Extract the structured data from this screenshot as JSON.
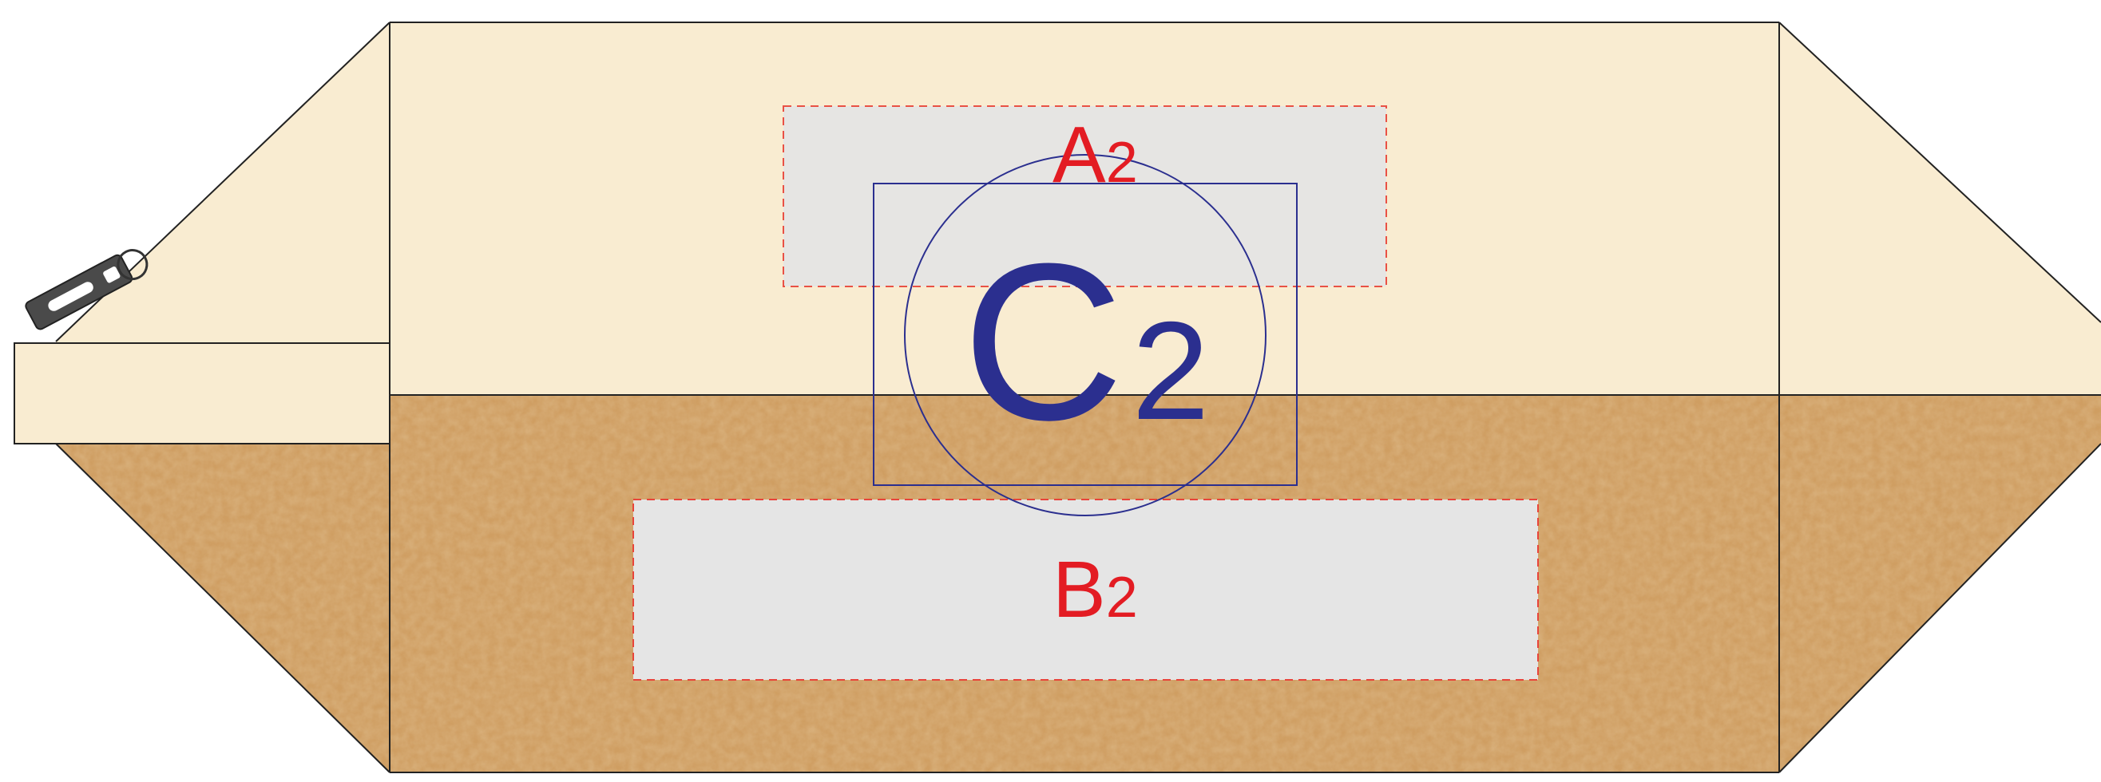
{
  "diagram": {
    "zones": [
      {
        "id": "A",
        "letter": "A",
        "subscript": "2",
        "label_color": "#e31c23",
        "border_color": "#e8443a",
        "border_style": "dashed",
        "fill": "#e5e5e5"
      },
      {
        "id": "B",
        "letter": "B",
        "subscript": "2",
        "label_color": "#e31c23",
        "border_color": "#e8443a",
        "border_style": "dashed",
        "fill": "#e5e5e5"
      }
    ],
    "center_mark": {
      "letter": "C",
      "subscript": "2",
      "label_color": "#2b2f8f",
      "shapes": [
        "square",
        "circle"
      ]
    },
    "colors": {
      "top_panel": "#f9ecd1",
      "bottom_panel": "#cf9e62",
      "outline": "#222222",
      "zipper": "#4a4a4a"
    },
    "icons": [
      "zipper-pull-icon"
    ]
  }
}
